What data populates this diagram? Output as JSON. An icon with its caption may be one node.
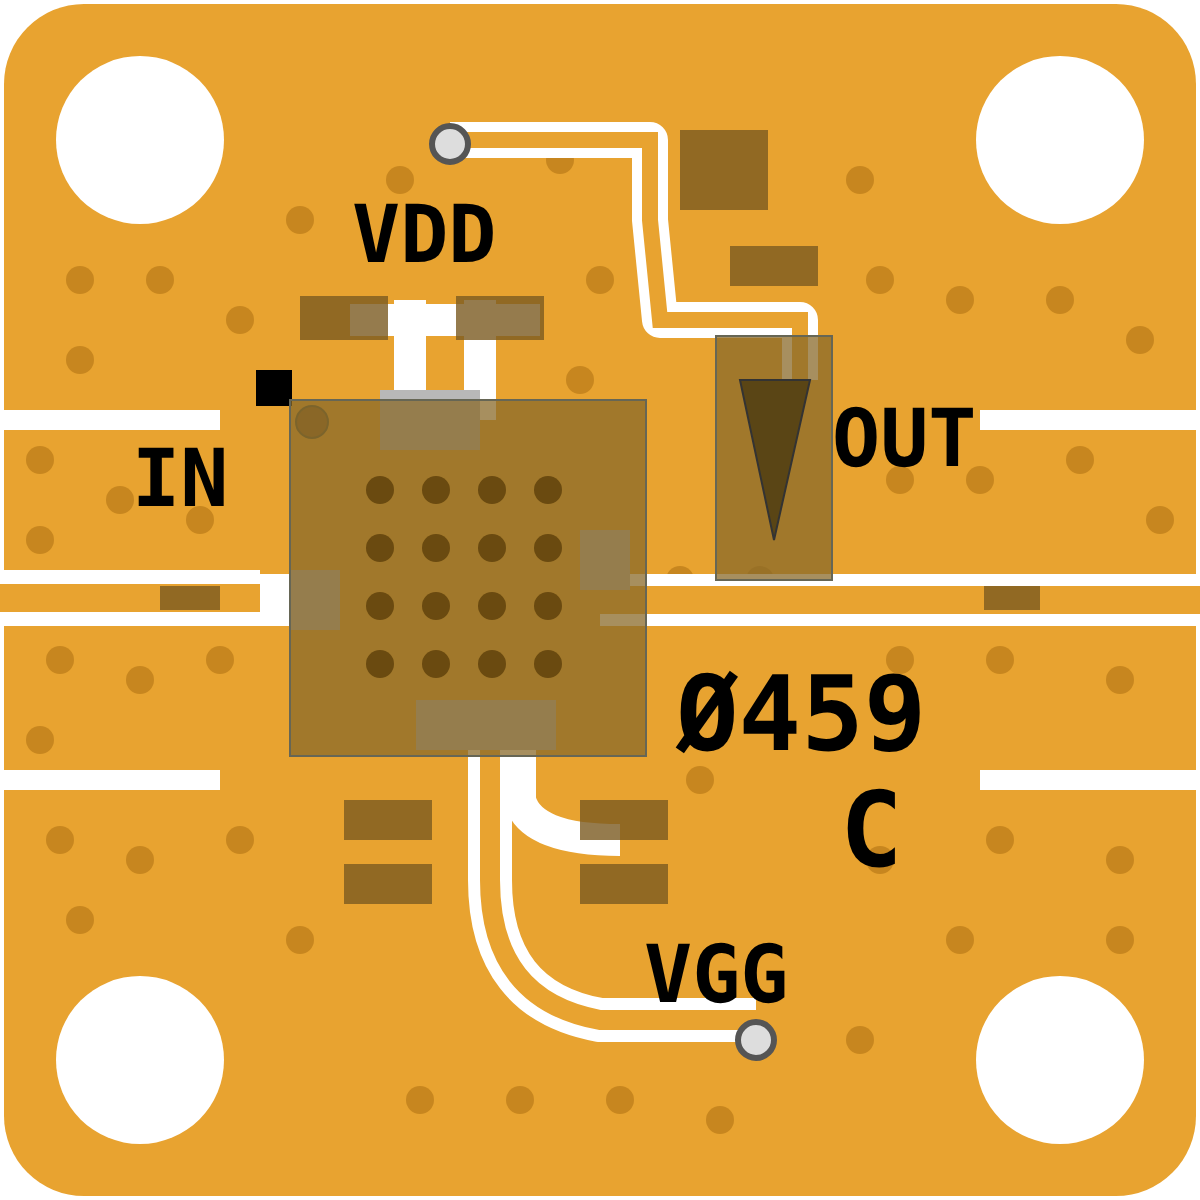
{
  "diagram": {
    "labels": [
      "VDD",
      "IN",
      "OUT",
      "Ø459",
      "C",
      "VGG"
    ]
  }
}
